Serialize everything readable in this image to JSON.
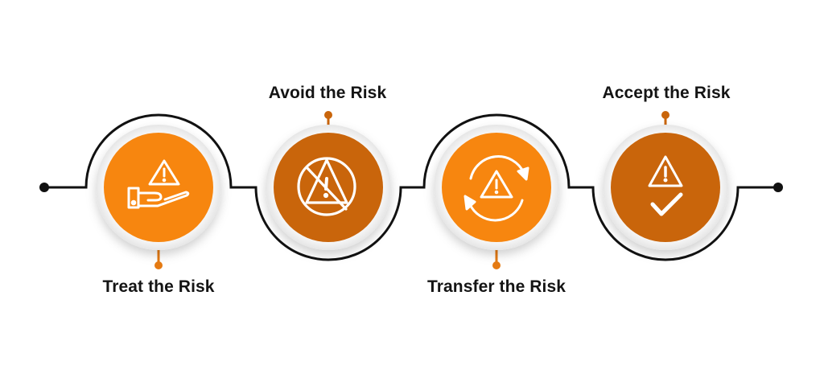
{
  "steps": [
    {
      "label": "Treat the Risk",
      "icon": "hand-warning-icon",
      "color": "#F7860F",
      "label_position": "below"
    },
    {
      "label": "Avoid the Risk",
      "icon": "no-warning-icon",
      "color": "#C9650B",
      "label_position": "above"
    },
    {
      "label": "Transfer the Risk",
      "icon": "transfer-warning-icon",
      "color": "#F7860F",
      "label_position": "below"
    },
    {
      "label": "Accept the Risk",
      "icon": "warning-check-icon",
      "color": "#C9650B",
      "label_position": "above"
    }
  ],
  "colors": {
    "light_orange": "#F7860F",
    "dark_orange": "#C9650B",
    "line": "#111111",
    "connector": "#E57A12"
  }
}
